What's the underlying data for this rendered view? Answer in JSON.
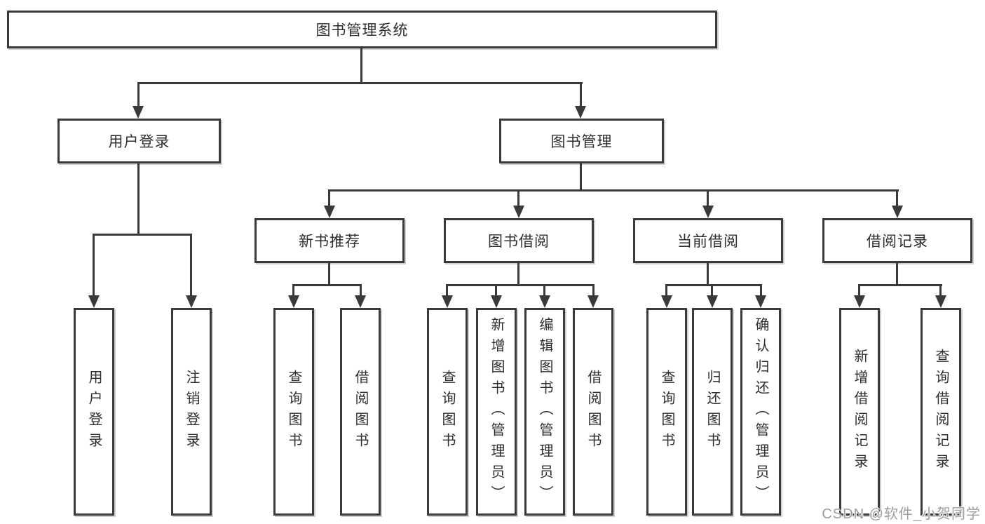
{
  "tree": {
    "root": {
      "label": "图书管理系统",
      "children": [
        {
          "label": "用户登录",
          "children": [
            {
              "label": "用户登录"
            },
            {
              "label": "注销登录"
            }
          ]
        },
        {
          "label": "图书管理",
          "children": [
            {
              "label": "新书推荐",
              "children": [
                {
                  "label": "查询图书"
                },
                {
                  "label": "借阅图书"
                }
              ]
            },
            {
              "label": "图书借阅",
              "children": [
                {
                  "label": "查询图书"
                },
                {
                  "label": "新增图书（管理员）"
                },
                {
                  "label": "编辑图书（管理员）"
                },
                {
                  "label": "借阅图书"
                }
              ]
            },
            {
              "label": "当前借阅",
              "children": [
                {
                  "label": "查询图书"
                },
                {
                  "label": "归还图书"
                },
                {
                  "label": "确认归还（管理员）"
                }
              ]
            },
            {
              "label": "借阅记录",
              "children": [
                {
                  "label": "新增借阅记录"
                },
                {
                  "label": "查询借阅记录"
                }
              ]
            }
          ]
        }
      ]
    }
  },
  "watermark": {
    "text": "CSDN @软件_小贺同学"
  },
  "colors": {
    "line": "#3a3a3a",
    "box_border": "#3a3a3a",
    "background": "#ffffff",
    "watermark_text": "#9e9e9e"
  }
}
